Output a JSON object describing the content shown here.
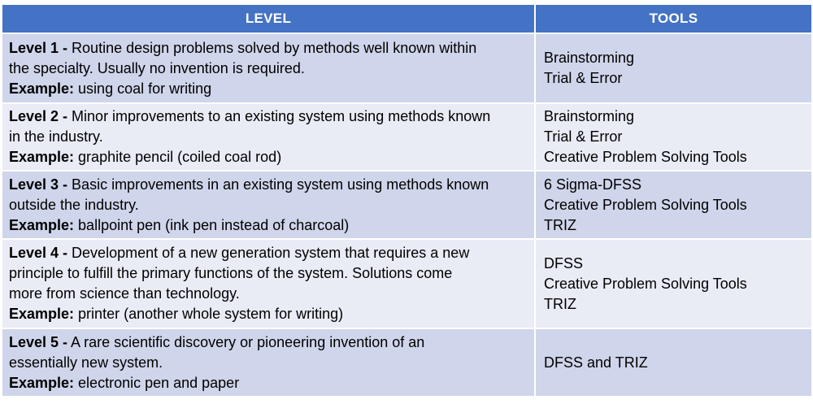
{
  "headers": {
    "level": "LEVEL",
    "tools": "TOOLS"
  },
  "rows": [
    {
      "label": "Level 1 -",
      "desc1": " Routine design problems solved by methods well known within",
      "desc2": "the specialty. Usually no invention is required.",
      "desc3": "",
      "example_label": "Example:",
      "example": " using coal for writing",
      "tools": [
        "Brainstorming",
        "Trial & Error"
      ]
    },
    {
      "label": "Level 2 -",
      "desc1": " Minor improvements to an existing system using methods known",
      "desc2": "in the industry.",
      "desc3": "",
      "example_label": "Example:",
      "example": " graphite pencil (coiled coal rod)",
      "tools": [
        "Brainstorming",
        "Trial & Error",
        "Creative Problem Solving Tools"
      ]
    },
    {
      "label": "Level 3 -",
      "desc1": " Basic improvements in an existing system using methods known",
      "desc2": "outside the industry.",
      "desc3": "",
      "example_label": "Example:",
      "example": " ballpoint pen (ink pen instead of charcoal)",
      "tools": [
        "6 Sigma-DFSS",
        "Creative Problem Solving Tools",
        "TRIZ"
      ]
    },
    {
      "label": "Level 4 -",
      "desc1": " Development of a new generation system that requires a new",
      "desc2": "principle to fulfill the primary functions of the system. Solutions come",
      "desc3": "more from science than technology.",
      "example_label": "Example:",
      "example": " printer (another whole system for writing)",
      "tools": [
        "DFSS",
        "Creative Problem Solving Tools",
        "TRIZ"
      ]
    },
    {
      "label": "Level 5 -",
      "desc1": " A rare scientific discovery or pioneering invention of an",
      "desc2": "essentially new system.",
      "desc3": "",
      "example_label": "Example:",
      "example": " electronic pen and paper",
      "tools": [
        "DFSS and TRIZ"
      ]
    }
  ]
}
